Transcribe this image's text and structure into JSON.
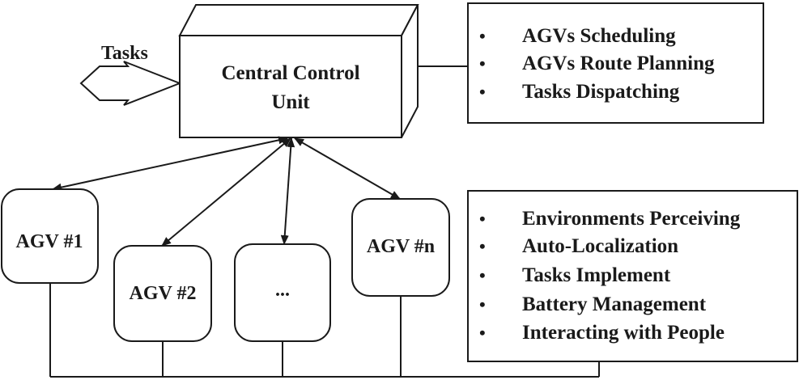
{
  "tasks_label": "Tasks",
  "central_unit": {
    "line1": "Central Control",
    "line2": "Unit"
  },
  "central_functions": [
    "AGVs Scheduling",
    "AGVs Route Planning",
    "Tasks Dispatching"
  ],
  "agvs": [
    "AGV #1",
    "AGV #2",
    "...",
    "AGV #n"
  ],
  "agv_functions": [
    "Environments Perceiving",
    "Auto-Localization",
    "Tasks Implement",
    "Battery Management",
    "Interacting with People"
  ],
  "bullet": "•"
}
